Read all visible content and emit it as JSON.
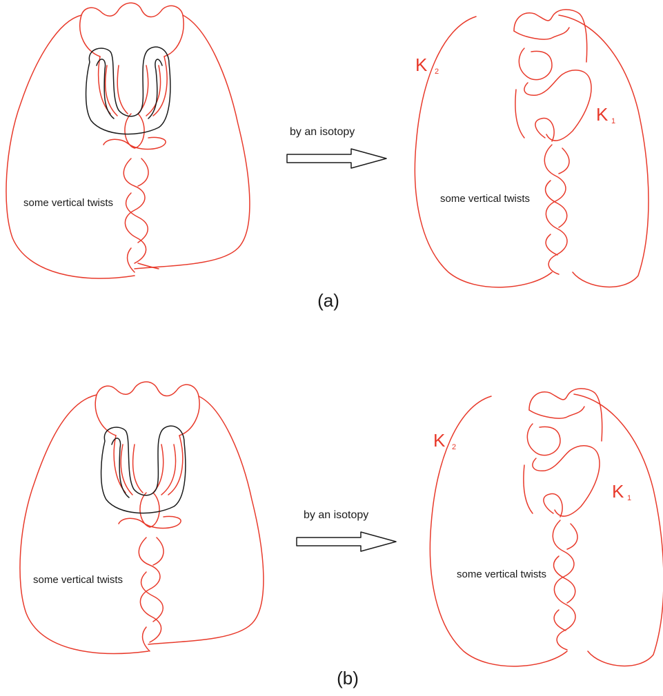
{
  "panel_a": {
    "twists_label_left": "some vertical twists",
    "arrow_label": "by an isotopy",
    "twists_label_right": "some vertical twists",
    "k2": {
      "letter": "K",
      "sub": "2"
    },
    "k1": {
      "letter": "K",
      "sub": "1"
    },
    "caption": "(a)"
  },
  "panel_b": {
    "twists_label_left": "some vertical twists",
    "arrow_label": "by an isotopy",
    "twists_label_right": "some vertical twists",
    "k2": {
      "letter": "K",
      "sub": "2"
    },
    "k1": {
      "letter": "K",
      "sub": "1"
    },
    "caption": "(b)"
  },
  "colors": {
    "curve": "#e8392a",
    "band": "#1a1a1a",
    "text": "#1a1a1a"
  }
}
